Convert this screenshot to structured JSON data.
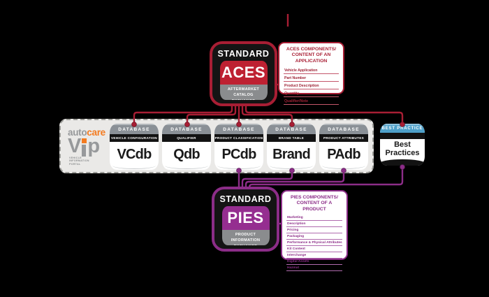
{
  "colors": {
    "background": "#000000",
    "line_red": "#A81E34",
    "aces_red": "#BE2132",
    "line_purple": "#8C2D88",
    "pies_purple": "#952E90",
    "best_practice_blue": "#4EA0C9",
    "logo_orange": "#F47B20",
    "logo_gray": "#97999B",
    "band_gray": "#EAE9E7",
    "bar_black": "#121212"
  },
  "aces": {
    "standard_label": "STANDARD",
    "name": "ACES",
    "subtitle": "AFTERMARKET CATALOG EXCHANGE STANDARD",
    "components": {
      "title_line1": "ACES COMPONENTS/",
      "title_line2": "CONTENT OF AN APPLICATION",
      "items": [
        "Vehicle Application",
        "Part Number",
        "Product Description",
        "Quantity",
        "Qualifier/Note"
      ]
    }
  },
  "pies": {
    "standard_label": "STANDARD",
    "name": "PIES",
    "subtitle": "PRODUCT INFORMATION EXCHANGE STANDARD",
    "components": {
      "title_line1": "PIES COMPONENTS/",
      "title_line2": "CONTENT OF A PRODUCT",
      "items": [
        "Marketing",
        "Description",
        "Pricing",
        "Packaging",
        "Performance & Physical Attributes",
        "Kit Content",
        "Interchange",
        "Digital Assets",
        "Hazmat"
      ]
    }
  },
  "vip_band": {
    "logo": {
      "word_auto": "auto",
      "word_care": "care",
      "vip_v": "V",
      "vip_p": "p",
      "tagline": "VEHICLE INFORMATION PORTAL"
    },
    "databases": [
      {
        "tier": "DATABASE",
        "category": "VEHICLE CONFIGURATION",
        "name": "VCdb"
      },
      {
        "tier": "DATABASE",
        "category": "QUALIFIER",
        "name": "Qdb"
      },
      {
        "tier": "DATABASE",
        "category": "PRODUCT CLASSIFICATION",
        "name": "PCdb"
      },
      {
        "tier": "DATABASE",
        "category": "BRAND TABLE",
        "name": "Brand"
      },
      {
        "tier": "DATABASE",
        "category": "PRODUCT ATTRIBUTES",
        "name": "PAdb"
      }
    ]
  },
  "best_practices": {
    "tier": "BEST PRACTICE",
    "name": "Best Practices"
  }
}
